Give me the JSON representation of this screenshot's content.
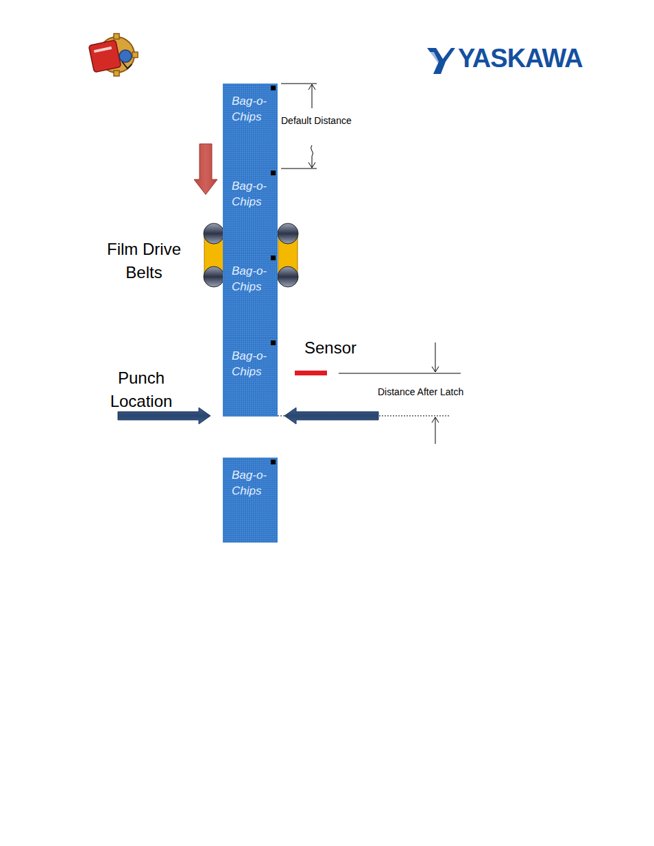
{
  "diagram": {
    "nodes": [
      {
        "text": [
          "Bag-o-Chips"
        ]
      },
      {
        "text": [
          "Bag-o-Chips"
        ]
      },
      {
        "text": [
          "Bag-o-Chips"
        ]
      },
      {
        "text": [
          "Bag-o-Chips"
        ]
      },
      {
        "text": [
          "Bag-o-Chips"
        ]
      }
    ],
    "labels": [
      "YASKAWA",
      "Default Distance",
      "Film Drive Belts",
      "Sensor",
      "Punch Location",
      "Distance After Latch"
    ]
  }
}
